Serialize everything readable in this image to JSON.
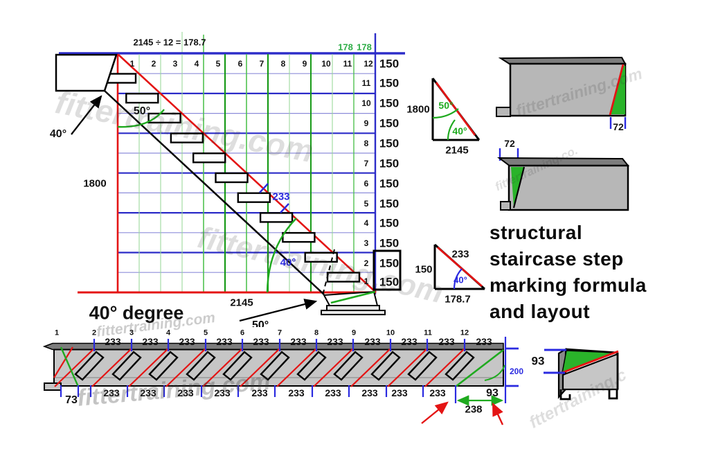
{
  "main": {
    "equation": "2145 ÷ 12 = 178.7",
    "tread_green_labels": [
      "178",
      "178"
    ],
    "column_numbers": [
      "1",
      "2",
      "3",
      "4",
      "5",
      "6",
      "7",
      "8",
      "9",
      "10",
      "11",
      "12"
    ],
    "row_numbers": [
      "11",
      "10",
      "9",
      "8",
      "7",
      "6",
      "5",
      "4",
      "3",
      "2",
      "1"
    ],
    "riser_labels": [
      "150",
      "150",
      "150",
      "150",
      "150",
      "150",
      "150",
      "150",
      "150",
      "150",
      "150",
      "150"
    ],
    "angle_top_label": "50°",
    "angle_arrow_label": "40°",
    "angle_bottom_label": "40°",
    "hypotenuse_segment_label": "233",
    "total_rise": "1800",
    "total_run": "2145",
    "caption": "40° degree",
    "hidden_angle_label": "50°"
  },
  "triangle_large": {
    "rise": "1800",
    "run": "2145",
    "top_angle": "50°",
    "bottom_angle": "40°"
  },
  "triangle_small": {
    "rise": "150",
    "run": "178.7",
    "hypotenuse": "233",
    "angle": "40°"
  },
  "channel_top": {
    "cut_width": "72"
  },
  "channel_middle": {
    "cut_width": "72"
  },
  "channel_corner": {
    "cut_depth": "93"
  },
  "heading": {
    "line1": "structural",
    "line2": "staircase step",
    "line3": "marking formula",
    "line4": "and layout"
  },
  "bar": {
    "step_numbers": [
      "1",
      "2",
      "3",
      "4",
      "5",
      "6",
      "7",
      "8",
      "9",
      "10",
      "11",
      "12"
    ],
    "top_segment_labels": [
      "233",
      "233",
      "233",
      "233",
      "233",
      "233",
      "233",
      "233",
      "233",
      "233",
      "233"
    ],
    "bottom_segment_labels": [
      "233",
      "233",
      "233",
      "233",
      "233",
      "233",
      "233",
      "233",
      "233",
      "233"
    ],
    "first_offset": "73",
    "last_segment": "93",
    "end_allowance": "238",
    "channel_depth": "200"
  },
  "watermarks": {
    "wm1": "fittertraining.com",
    "wm2": "fittertraining.com",
    "wm3": "fittertraining.com",
    "wm4": "fittertraining.co.",
    "wm5": "fittertraining.com",
    "wm6": "fttertraining.c",
    "wm7": "fittertraining.com"
  },
  "colors": {
    "grid_blue": "#2b2bc8",
    "grid_blue_light": "#8d8dda",
    "grid_green_dark": "#189a18",
    "grid_green_light": "#9bd89b",
    "line_red": "#e41414",
    "line_green": "#1faa1f",
    "dim_blue": "#2a2ae0",
    "label_green": "#2fad48",
    "steel_gray": "#c6c6c6",
    "steel_dark": "#7d7d7d",
    "cut_green_fill": "#2ab32a"
  }
}
